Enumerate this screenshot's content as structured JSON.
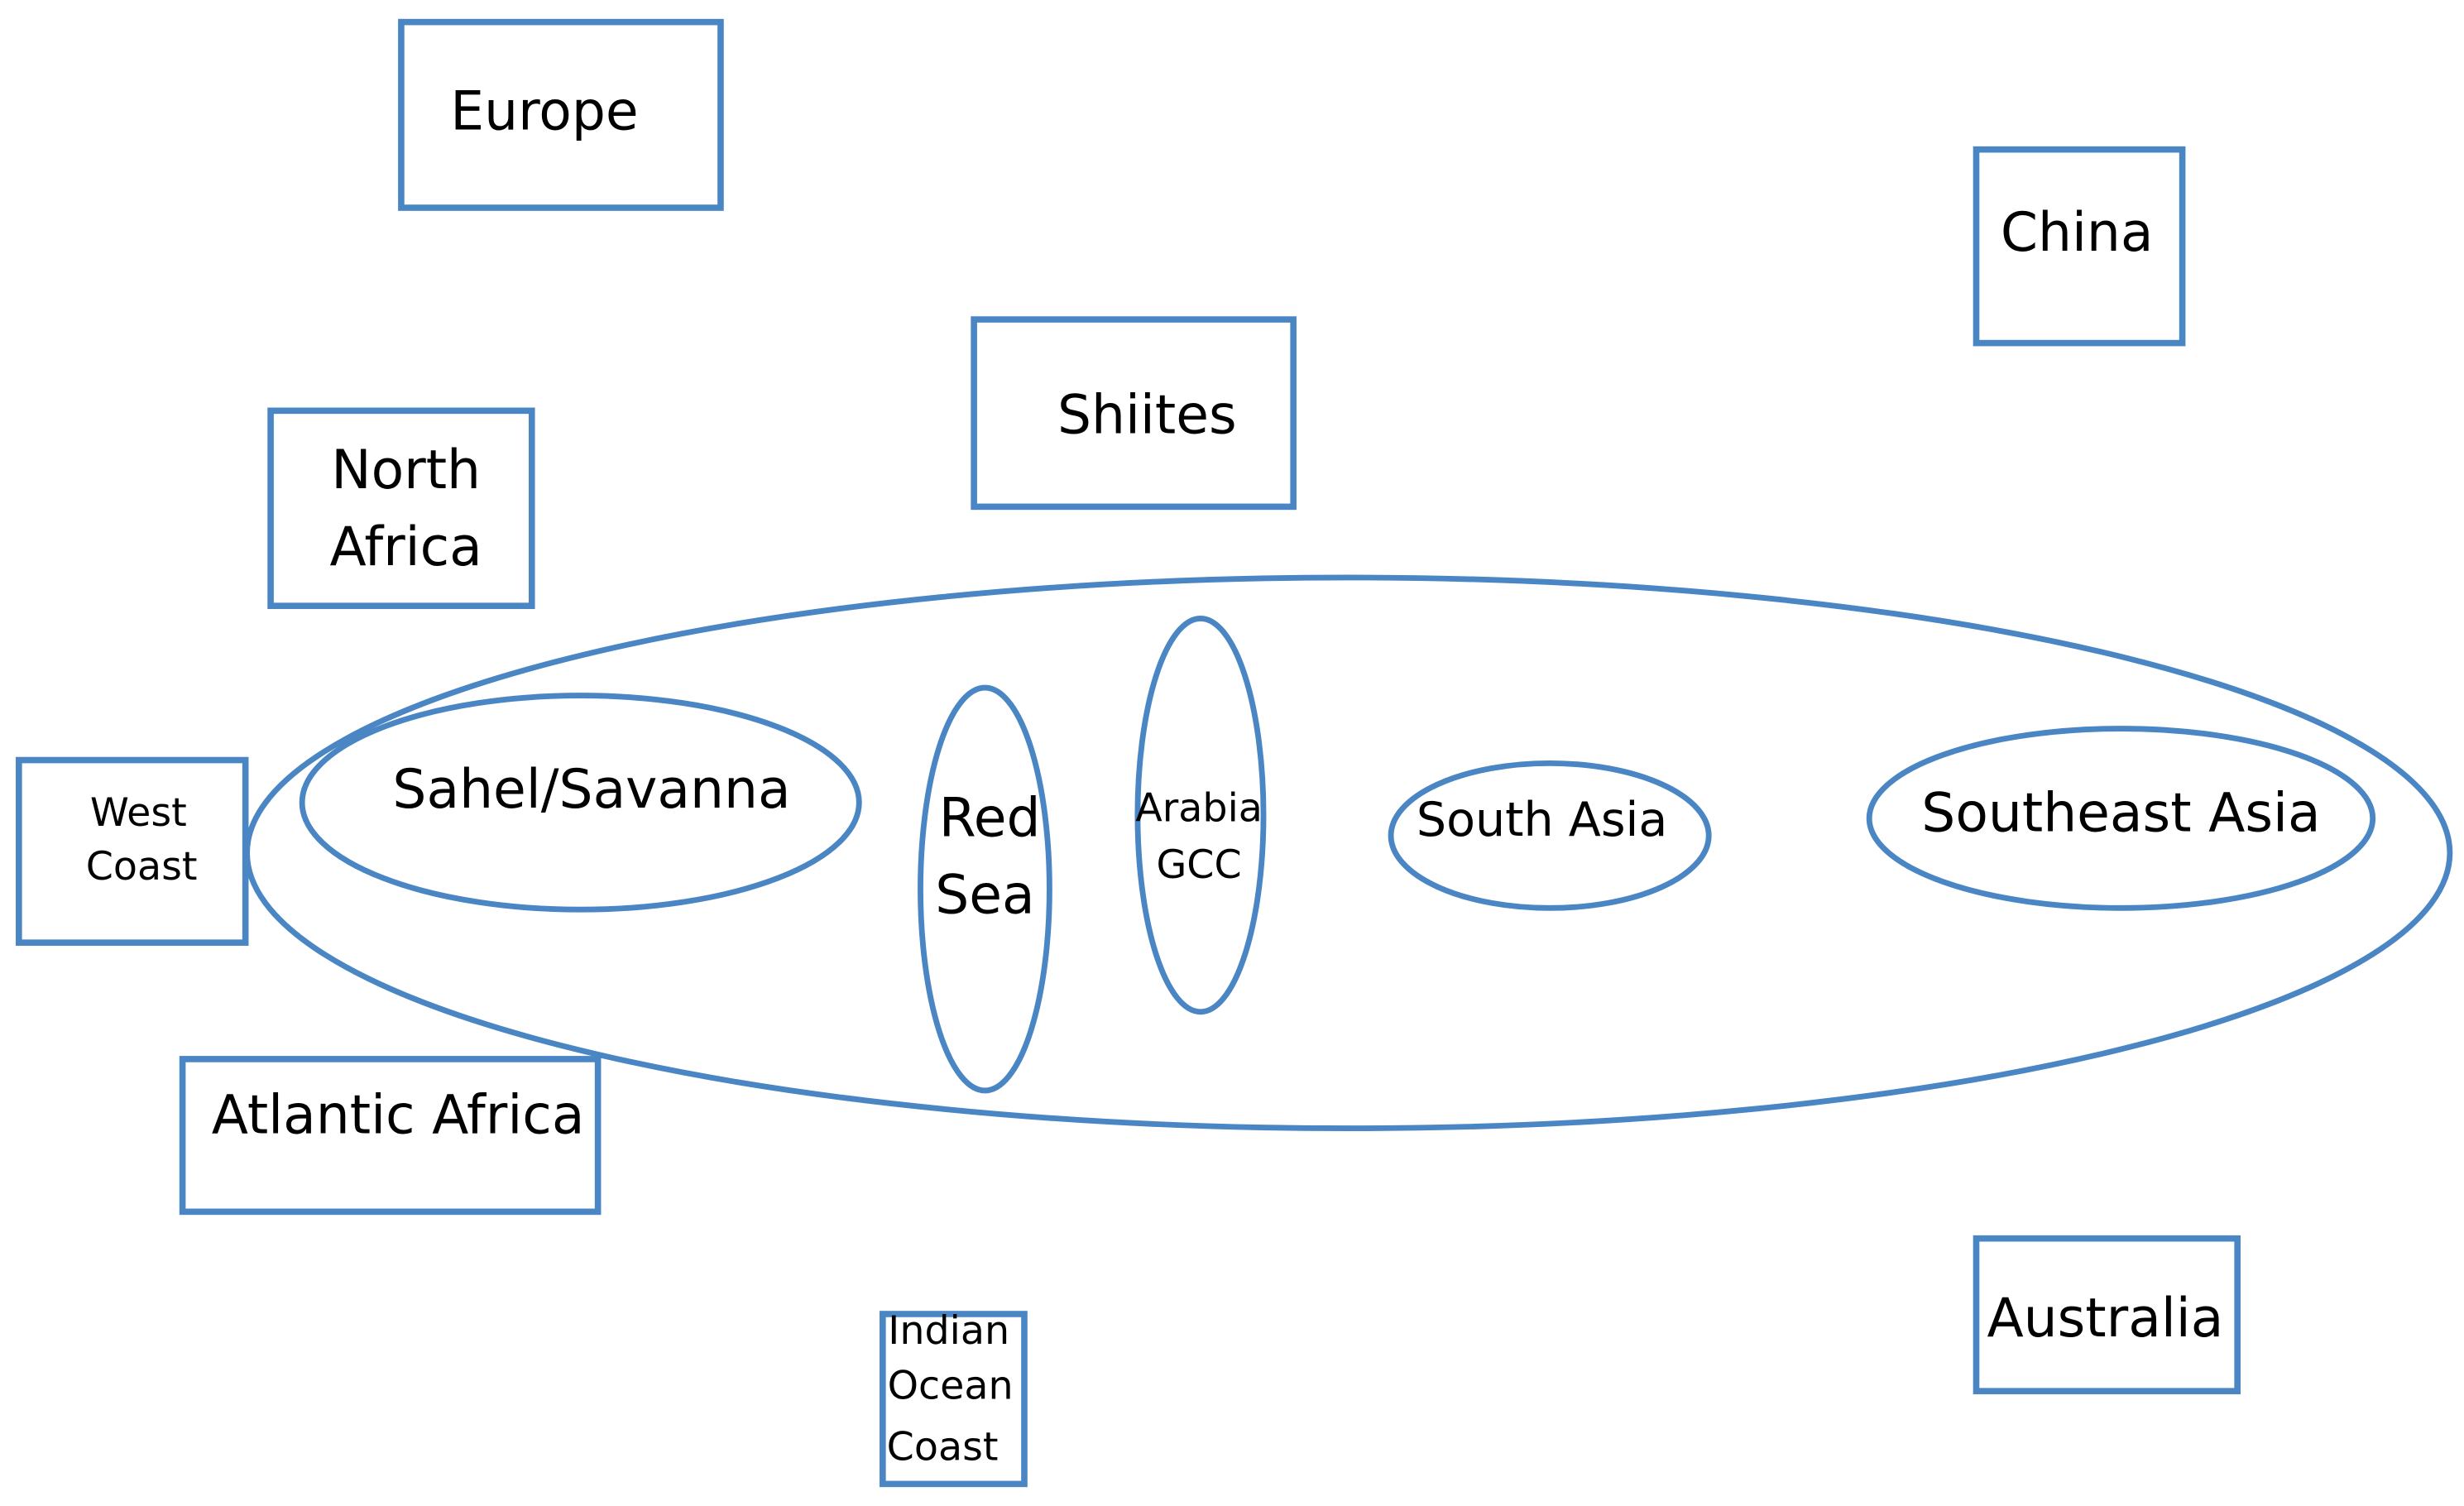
{
  "colors": {
    "stroke": "#4a86c4",
    "text": "#000000",
    "background": "#ffffff"
  },
  "boxes": {
    "europe": "Europe",
    "china": "China",
    "shiites": "Shiites",
    "north_africa": [
      "North",
      "Africa"
    ],
    "west_coast": [
      "West",
      "Coast"
    ],
    "atlantic_africa": "Atlantic Africa",
    "indian_ocean_coast": [
      "Indian",
      "Ocean",
      "Coast"
    ],
    "australia": "Australia"
  },
  "ellipses": {
    "sahel_savanna": "Sahel/Savanna",
    "red_sea": [
      "Red",
      "Sea"
    ],
    "arabia_gcc": [
      "Arabia",
      "GCC"
    ],
    "south_asia": "South Asia",
    "southeast_asia": "Southeast Asia"
  }
}
